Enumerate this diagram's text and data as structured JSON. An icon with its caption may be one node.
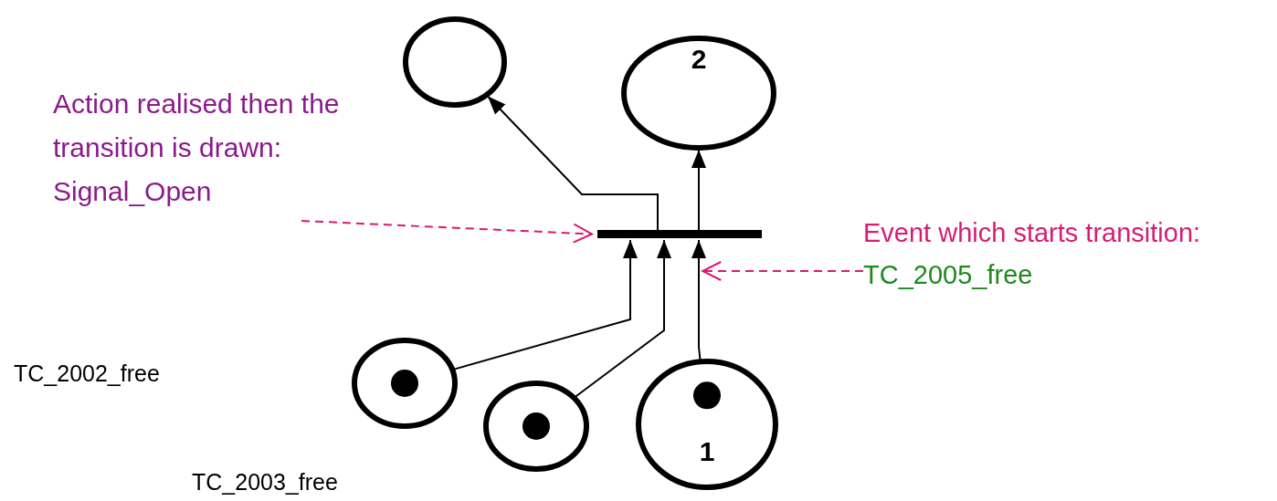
{
  "diagram": {
    "nodes": [
      {
        "text": [],
        "shape": "circle"
      },
      {
        "text": [
          "2"
        ]
      },
      {
        "text": [
          "Action realised then the transition is drawn:",
          "Signal_Open"
        ]
      },
      {
        "text": [],
        "shape": "bar"
      },
      {
        "text": [
          "Event which starts transition:",
          "TC_2005_free"
        ]
      },
      {
        "text": [],
        "shape": "circle"
      },
      {
        "text": [],
        "shape": "circle"
      },
      {
        "text": [
          "1"
        ]
      }
    ],
    "edges": [
      {
        "from": 3,
        "to": 0,
        "arrow": "to"
      },
      {
        "from": 3,
        "to": 1,
        "arrow": "to"
      },
      {
        "from": 5,
        "to": 3,
        "arrow": "to"
      },
      {
        "from": 6,
        "to": 3,
        "arrow": "to"
      },
      {
        "from": 7,
        "to": 3,
        "arrow": "to"
      },
      {
        "from": 2,
        "to": 3,
        "arrow": "to",
        "style": "dashed",
        "color": "#d81b73"
      },
      {
        "from": 4,
        "to": 3,
        "arrow": "to",
        "style": "dashed",
        "color": "#d81b73"
      }
    ],
    "labels": [
      "TC_2002_free",
      "TC_2003_free"
    ]
  }
}
